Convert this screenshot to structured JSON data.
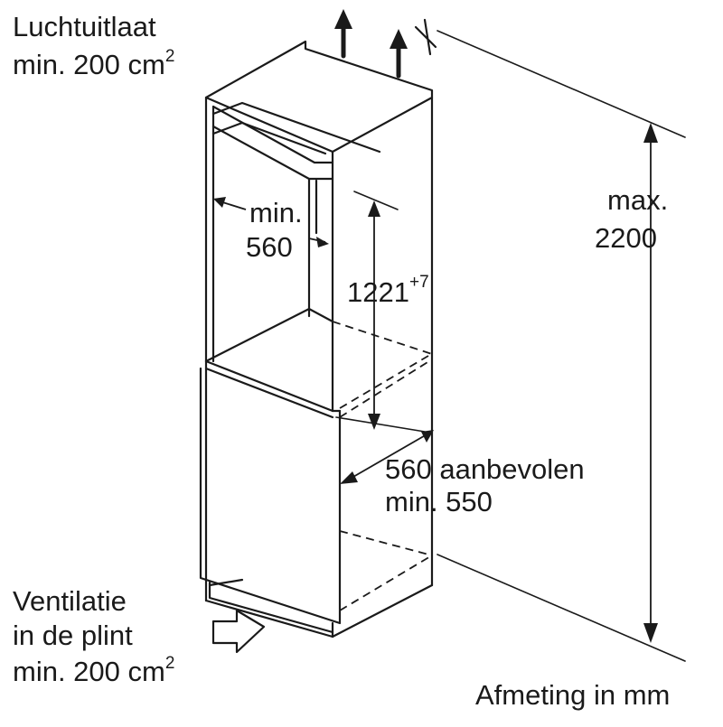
{
  "labels": {
    "air_outlet_title": "Luchtuitlaat",
    "air_outlet_min": "min. 200 cm",
    "air_outlet_sup": "2",
    "niche_width_min": "min.",
    "niche_width_value": "560",
    "niche_height_value": "1221",
    "niche_height_tolerance": "+7",
    "total_height_max": "max.",
    "total_height_value": "2200",
    "depth_recommended": "560 aanbevolen",
    "depth_min": "min. 550",
    "ventilation_line1": "Ventilatie",
    "ventilation_line2": "in de plint",
    "ventilation_min": "min. 200 cm",
    "ventilation_sup": "2",
    "units_note": "Afmeting in mm"
  }
}
